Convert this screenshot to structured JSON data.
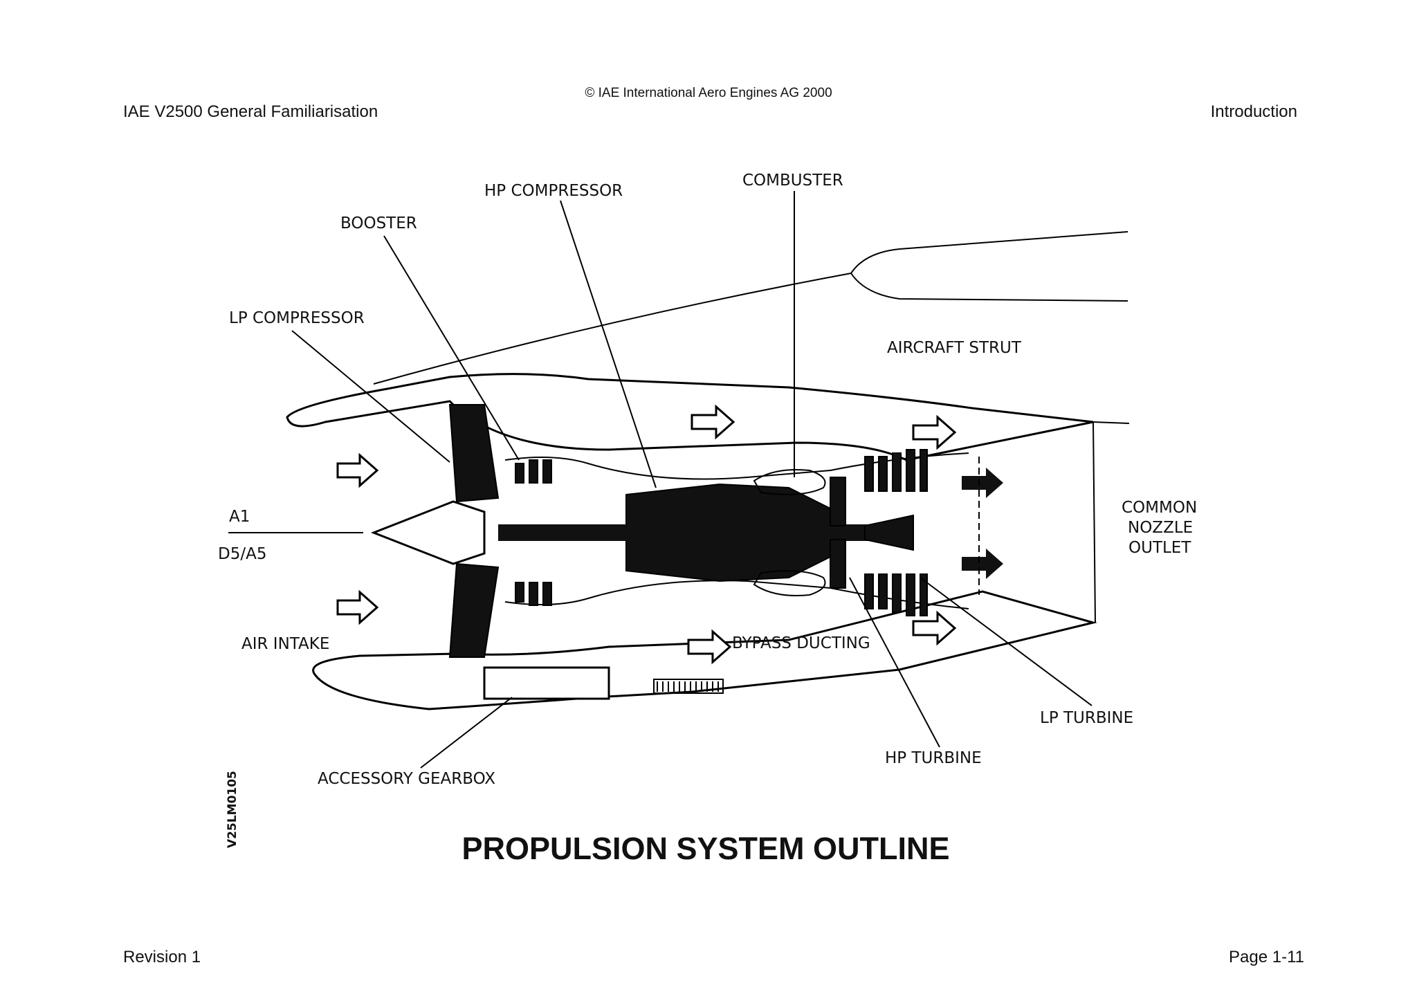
{
  "header": {
    "copyright": "© IAE International Aero Engines AG 2000",
    "doc_title": "IAE V2500 General Familiarisation",
    "section": "Introduction"
  },
  "footer": {
    "revision": "Revision 1",
    "page": "Page 1-11"
  },
  "figure": {
    "title": "PROPULSION SYSTEM OUTLINE",
    "figure_id": "V25LM0105",
    "labels": {
      "hp_compressor": "HP COMPRESSOR",
      "combuster": "COMBUSTER",
      "booster": "BOOSTER",
      "lp_compressor": "LP COMPRESSOR",
      "aircraft_strut": "AIRCRAFT STRUT",
      "a1": "A1",
      "d5a5": "D5/A5",
      "common": "COMMON",
      "nozzle": "NOZZLE",
      "outlet": "OUTLET",
      "air_intake": "AIR INTAKE",
      "bypass_ducting": "BYPASS DUCTING",
      "lp_turbine": "LP TURBINE",
      "hp_turbine": "HP TURBINE",
      "accessory_gearbox": "ACCESSORY GEARBOX"
    }
  }
}
